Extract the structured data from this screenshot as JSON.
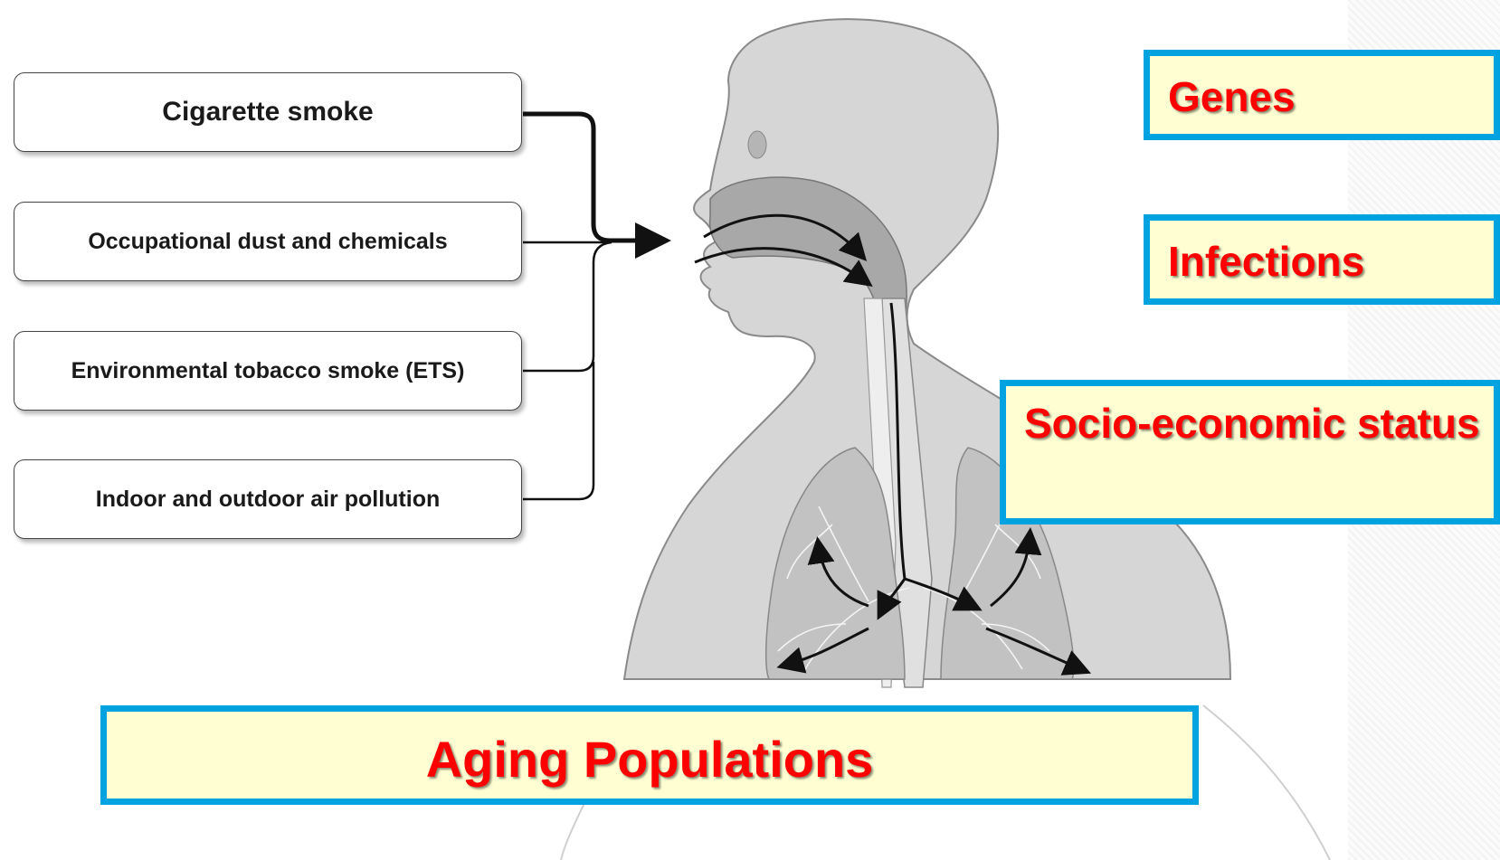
{
  "causes": [
    "Cigarette smoke",
    "Occupational dust and chemicals",
    "Environmental tobacco smoke (ETS)",
    "Indoor and outdoor air pollution"
  ],
  "factors": {
    "genes": "Genes",
    "infections": "Infections",
    "socio_economic": "Socio-economic status",
    "aging": "Aging Populations"
  },
  "colors": {
    "factor_border": "#00a3e0",
    "factor_fill": "#fefed2",
    "factor_text": "#ff0000",
    "body_fill": "#d6d6d6",
    "airway_fill": "#a8a8a8"
  }
}
